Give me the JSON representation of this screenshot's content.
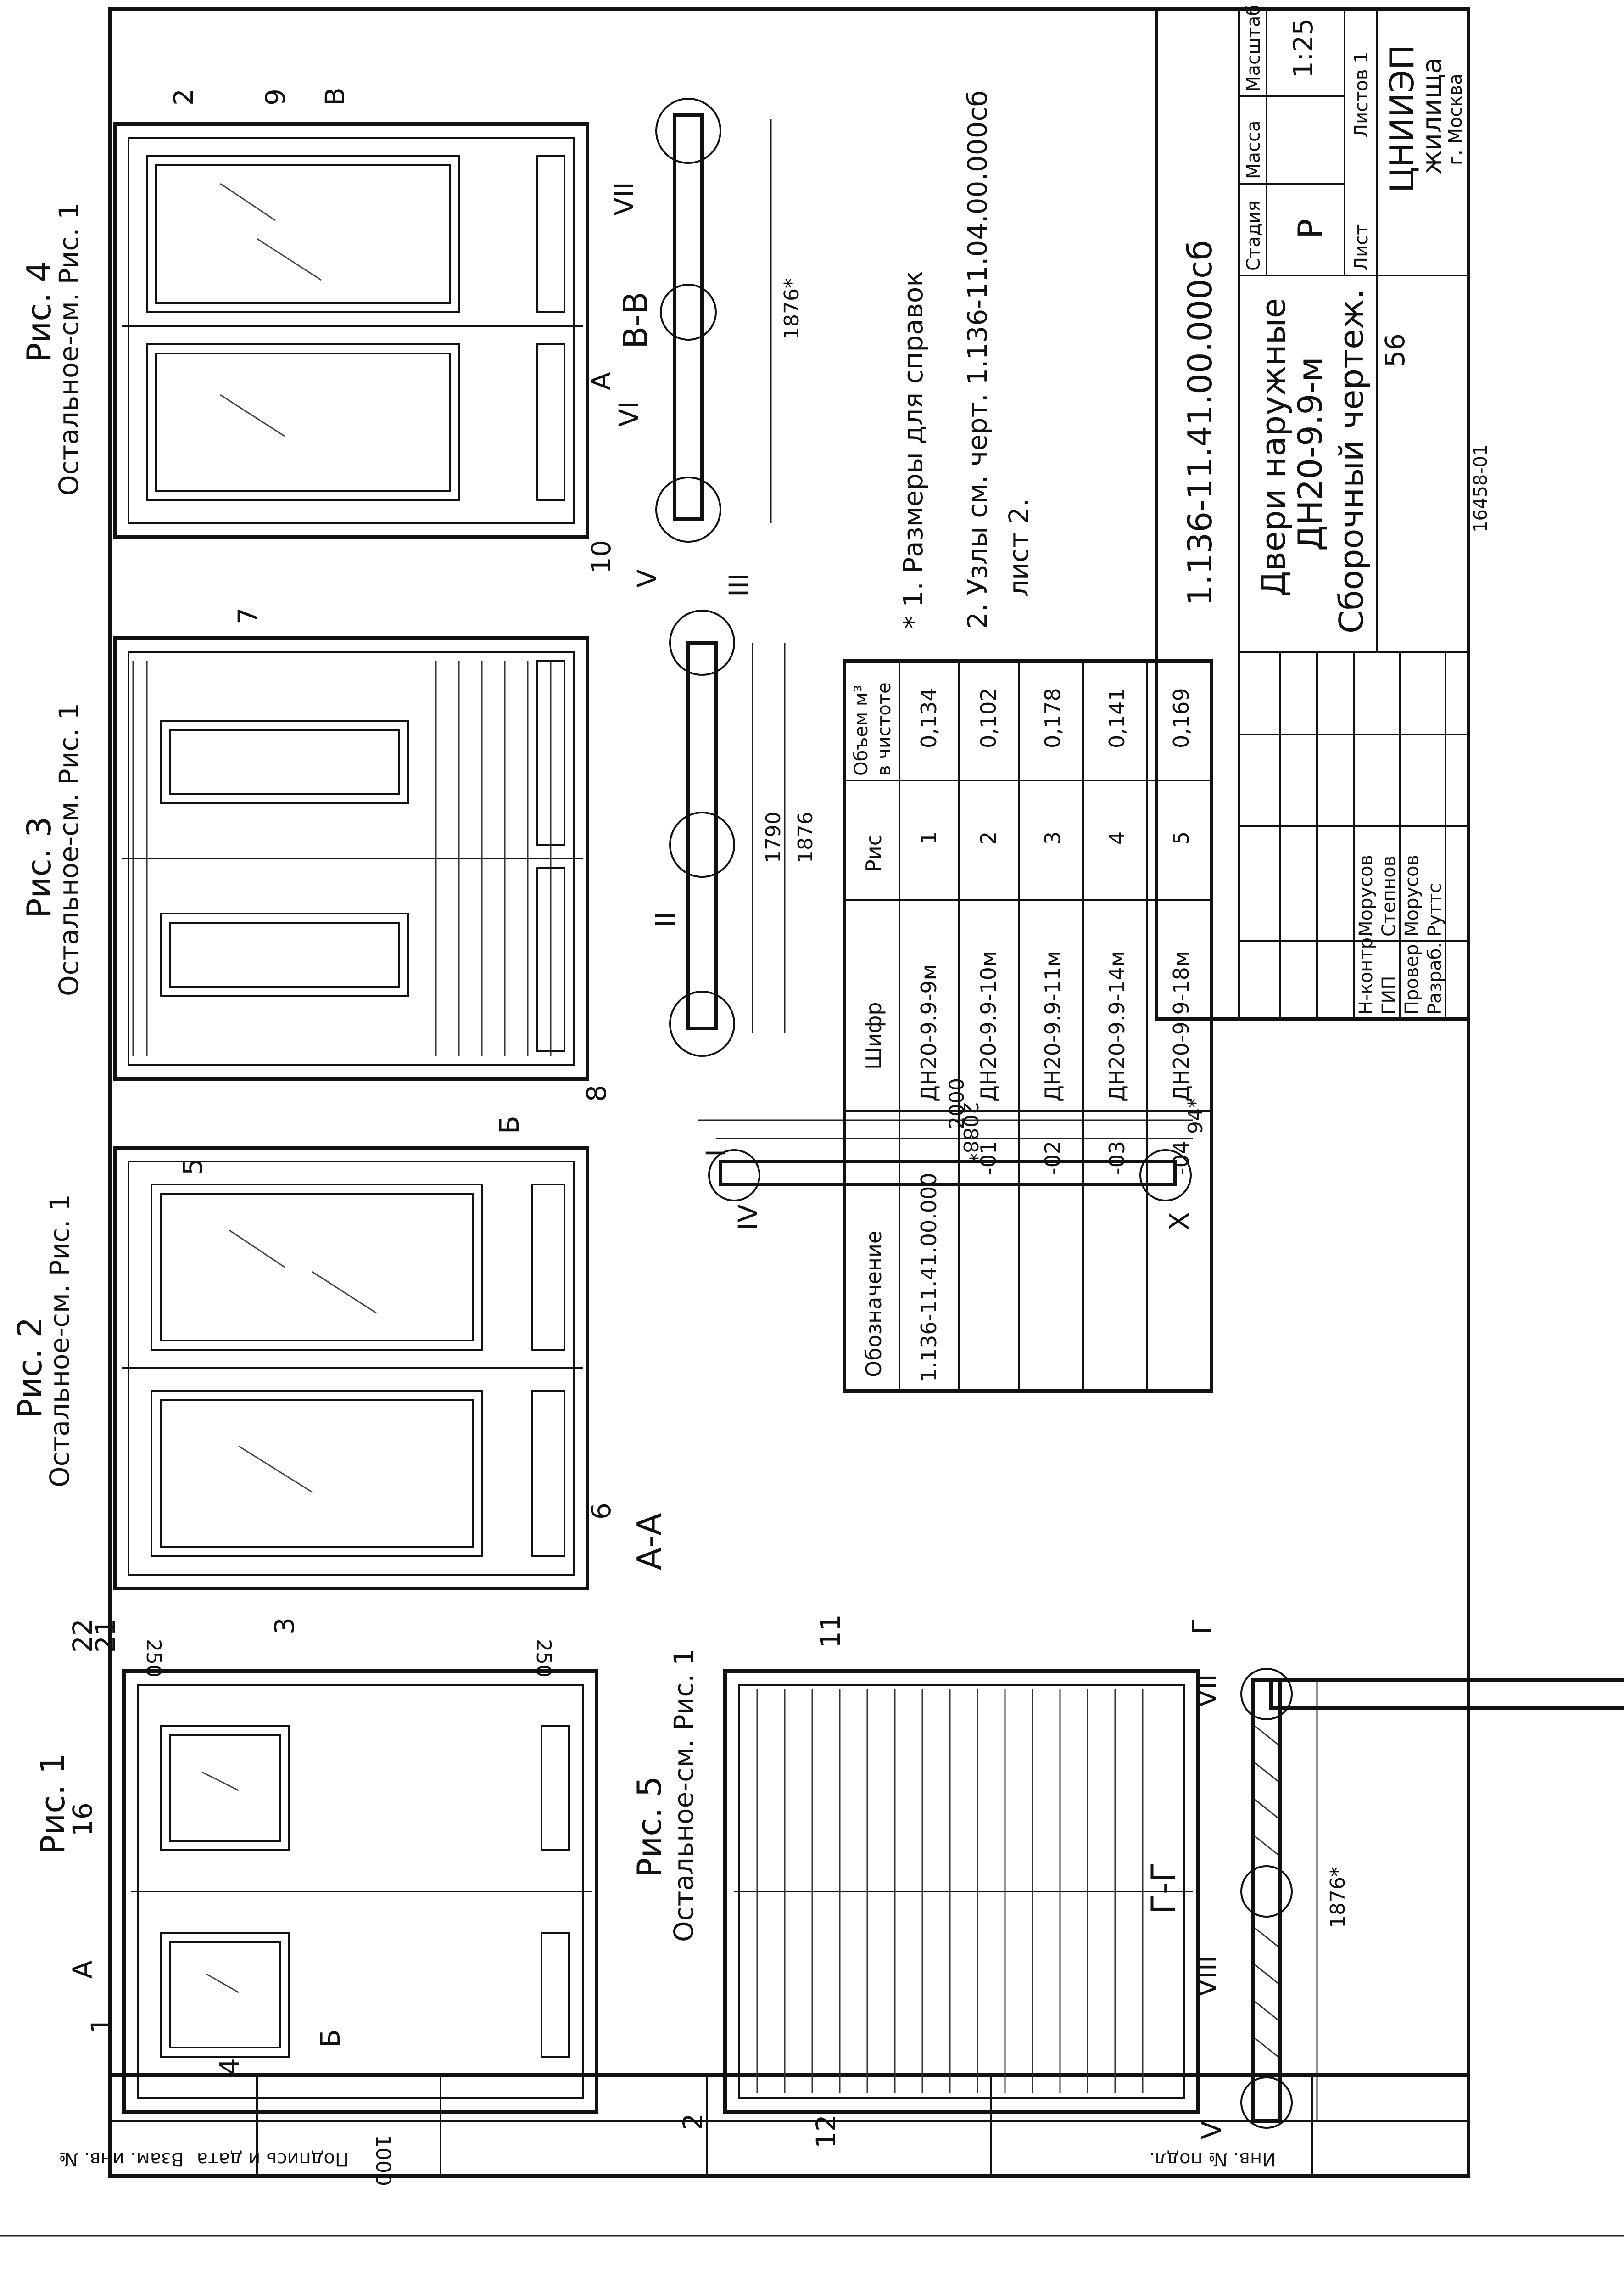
{
  "figures": {
    "fig1": {
      "title": "Рис. 1",
      "leader_a": "A",
      "num_16": "16",
      "frac_top": "22",
      "frac_bot": "21",
      "num_3": "3",
      "num_1": "1",
      "num_4": "4",
      "cut_b": "Б",
      "dim_1000": "1000",
      "dim_250a": "250",
      "dim_250b": "250"
    },
    "fig2": {
      "title": "Рис. 2",
      "subtitle": "Остальное-см. Рис. 1",
      "num_5": "5",
      "num_6": "6",
      "cut_b": "Б"
    },
    "fig3": {
      "title": "Рис. 3",
      "subtitle": "Остальное-см. Рис. 1",
      "num_7": "7",
      "num_8": "8"
    },
    "fig4": {
      "title": "Рис. 4",
      "subtitle": "Остальное-см. Рис. 1",
      "num_2": "2",
      "num_9": "9",
      "num_10": "10",
      "cut_v": "В"
    },
    "fig5": {
      "title": "Рис. 5",
      "subtitle": "Остальное-см. Рис. 1",
      "num_11": "11",
      "num_2": "2",
      "num_12": "12",
      "cut_g": "Г"
    }
  },
  "sections": {
    "aa": {
      "title": "А-А",
      "node_iv": "IV",
      "node_x": "X",
      "dim_2088": "2088*",
      "dim_2000": "2000",
      "dim_94": "94*"
    },
    "bb": {
      "node_i": "I",
      "node_ii": "II",
      "node_iii": "III",
      "dim_1790": "1790",
      "dim_1876": "1876"
    },
    "vv": {
      "title": "В-В",
      "node_v": "V",
      "node_vi": "VI",
      "node_vii": "VII",
      "dim_1876": "1876*",
      "cut_a": "A"
    },
    "gg": {
      "title": "Г-Г",
      "node_v": "V",
      "node_viii": "VIII",
      "node_vii": "VII",
      "dim_1876": "1876*"
    }
  },
  "spec_table": {
    "headers": {
      "designation": "Обозначение",
      "code": "Шифр",
      "fig": "Рис",
      "volume_l1": "Объем м³",
      "volume_l2": "в чистоте"
    },
    "rows": [
      {
        "designation": "1.136-11.41.00.000",
        "code": "ДН20-9.9-9м",
        "fig": "1",
        "volume": "0,134"
      },
      {
        "designation": "-01",
        "code": "ДН20-9.9-10м",
        "fig": "2",
        "volume": "0,102"
      },
      {
        "designation": "-02",
        "code": "ДН20-9.9-11м",
        "fig": "3",
        "volume": "0,178"
      },
      {
        "designation": "-03",
        "code": "ДН20-9.9-14м",
        "fig": "4",
        "volume": "0,141"
      },
      {
        "designation": "-04",
        "code": "ДН20-9.9-18м",
        "fig": "5",
        "volume": "0,169"
      }
    ]
  },
  "notes": {
    "line1": "* 1. Размеры для справок",
    "line2": "2. Узлы см. черт. 1.136-11.04.00.000сб",
    "line3": "лист 2."
  },
  "title_block": {
    "doc_number": "1.136-11.41.00.000сб",
    "title_l1": "Двери наружные",
    "title_l2": "ДН20-9.9-м",
    "title_l3": "Сборочный чертеж.",
    "stage_h": "Стадия",
    "mass_h": "Масса",
    "scale_h": "Масштаб",
    "stage": "Р",
    "scale": "1:25",
    "sheet": "Лист",
    "sheets": "Листов 1",
    "org_l1": "ЦНИИЭП",
    "org_l2": "жилища",
    "org_l3": "г. Москва",
    "roles": [
      "Н-контр.",
      "ГИП",
      "Провер.",
      "Разраб."
    ],
    "names": [
      "Морусов",
      "Степнов",
      "Морусов",
      "Руттс"
    ],
    "stamp": "56",
    "archive": "16458-01"
  },
  "side_stamp": {
    "c1": "Инв. № подл.",
    "c2": "Подпись и дата",
    "c3": "Взам. инв. №"
  }
}
